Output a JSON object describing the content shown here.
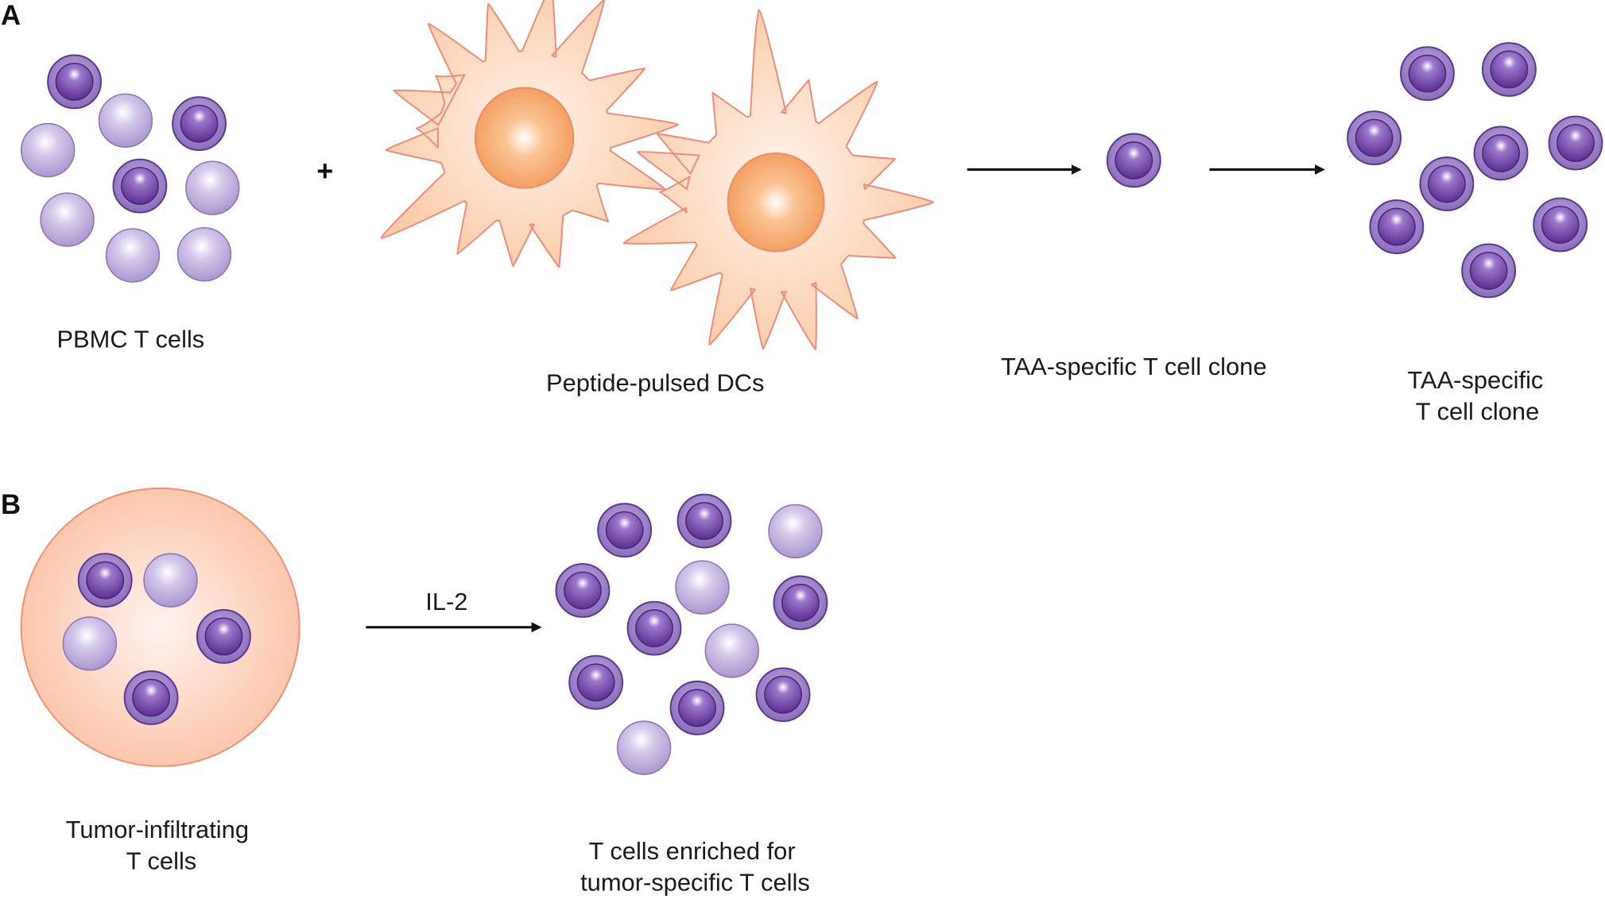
{
  "panels": {
    "a": "A",
    "b": "B"
  },
  "panel_a": {
    "plus": "+",
    "pbmc_label": "PBMC T cells",
    "dc_label": "Peptide-pulsed DCs",
    "clone_label": "TAA-specific T cell clone",
    "expanded_label_line1": "TAA-specific",
    "expanded_label_line2": "T cell clone"
  },
  "panel_b": {
    "arrow_label": "IL-2",
    "til_label_line1": "Tumor-infiltrating",
    "til_label_line2": "T cells",
    "enriched_label_line1": "T cells enriched for",
    "enriched_label_line2": "tumor-specific T cells"
  },
  "colors": {
    "light_cell": "#b5a3d6",
    "dark_cell": "#6a3f9e",
    "dc_body": "#fcd4b8",
    "dc_nucleus": "#f5a56a",
    "tumor": "#fbc9b0"
  }
}
